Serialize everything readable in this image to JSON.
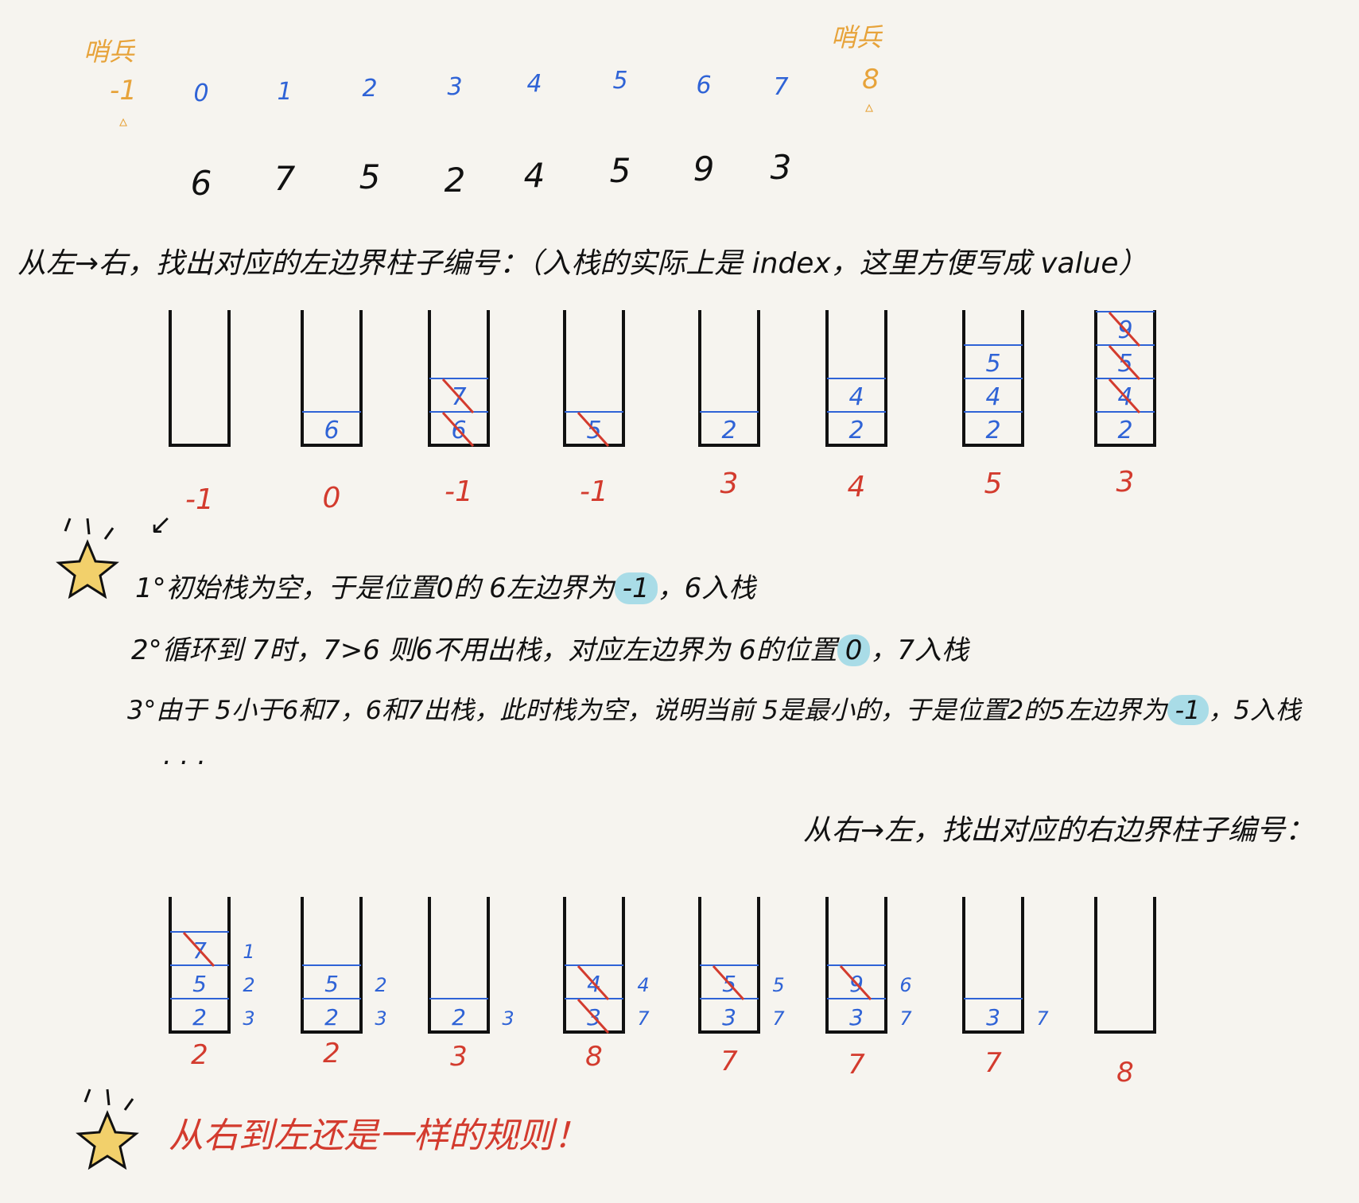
{
  "sentinel_left": {
    "label": "哨兵",
    "index": "-1"
  },
  "sentinel_right": {
    "label": "哨兵",
    "index": "8"
  },
  "indices": [
    "0",
    "1",
    "2",
    "3",
    "4",
    "5",
    "6",
    "7"
  ],
  "values": [
    "6",
    "7",
    "5",
    "2",
    "4",
    "5",
    "9",
    "3"
  ],
  "left_heading": "从左→右，找出对应的左边界柱子编号：（入栈的实际上是 index，这里方便写成 value）",
  "left_stacks": [
    {
      "items": [],
      "crossed": [],
      "result": "-1"
    },
    {
      "items": [
        "6"
      ],
      "crossed": [],
      "result": "0"
    },
    {
      "items": [
        "6",
        "7"
      ],
      "crossed": [
        0,
        1
      ],
      "result": "-1"
    },
    {
      "items": [
        "5"
      ],
      "crossed": [
        0
      ],
      "result": "-1"
    },
    {
      "items": [
        "2"
      ],
      "crossed": [],
      "result": "3"
    },
    {
      "items": [
        "2",
        "4"
      ],
      "crossed": [],
      "result": "4"
    },
    {
      "items": [
        "2",
        "4",
        "5"
      ],
      "crossed": [],
      "result": "5"
    },
    {
      "items": [
        "2",
        "4",
        "5",
        "9"
      ],
      "crossed": [
        1,
        2,
        3
      ],
      "result": "3"
    }
  ],
  "steps": {
    "s1a": "1°初始栈为空，于是位置0的 6左边界为",
    "s1h": "-1",
    "s1b": "，6入栈",
    "s2a": "2°循环到 7时，7>6 则6不用出栈，对应左边界为 6的位置",
    "s2h": "0",
    "s2b": "，7入栈",
    "s3a": "3°由于 5小于6和7，6和7出栈，此时栈为空，说明当前 5是最小的，于是位置2的5左边界为",
    "s3h": "-1",
    "s3b": "，5入栈",
    "ellipsis": ". . ."
  },
  "right_heading": "从右→左，找出对应的右边界柱子编号：",
  "right_stacks": [
    {
      "items": [
        {
          "v": "2",
          "i": "3"
        },
        {
          "v": "5",
          "i": "2"
        },
        {
          "v": "7",
          "i": "1"
        }
      ],
      "crossed": [
        2
      ],
      "result": "2"
    },
    {
      "items": [
        {
          "v": "2",
          "i": "3"
        },
        {
          "v": "5",
          "i": "2"
        }
      ],
      "crossed": [],
      "result": "2"
    },
    {
      "items": [
        {
          "v": "2",
          "i": "3"
        }
      ],
      "crossed": [],
      "result": "3"
    },
    {
      "items": [
        {
          "v": "3",
          "i": "7"
        },
        {
          "v": "4",
          "i": "4"
        }
      ],
      "crossed": [
        0,
        1
      ],
      "result": "8"
    },
    {
      "items": [
        {
          "v": "3",
          "i": "7"
        },
        {
          "v": "5",
          "i": "5"
        }
      ],
      "crossed": [
        1
      ],
      "result": "7"
    },
    {
      "items": [
        {
          "v": "3",
          "i": "7"
        },
        {
          "v": "9",
          "i": "6"
        }
      ],
      "crossed": [
        1
      ],
      "result": "7"
    },
    {
      "items": [
        {
          "v": "3",
          "i": "7"
        }
      ],
      "crossed": [],
      "result": "7"
    },
    {
      "items": [],
      "crossed": [],
      "result": "8"
    }
  ],
  "bottom_note": "从右到左还是一样的规则！",
  "colors": {
    "sentinel": "#e7a33a",
    "index": "#2f63d6",
    "result": "#d33b2e",
    "highlight": "#a9dce7",
    "star": "#f2d06b"
  }
}
